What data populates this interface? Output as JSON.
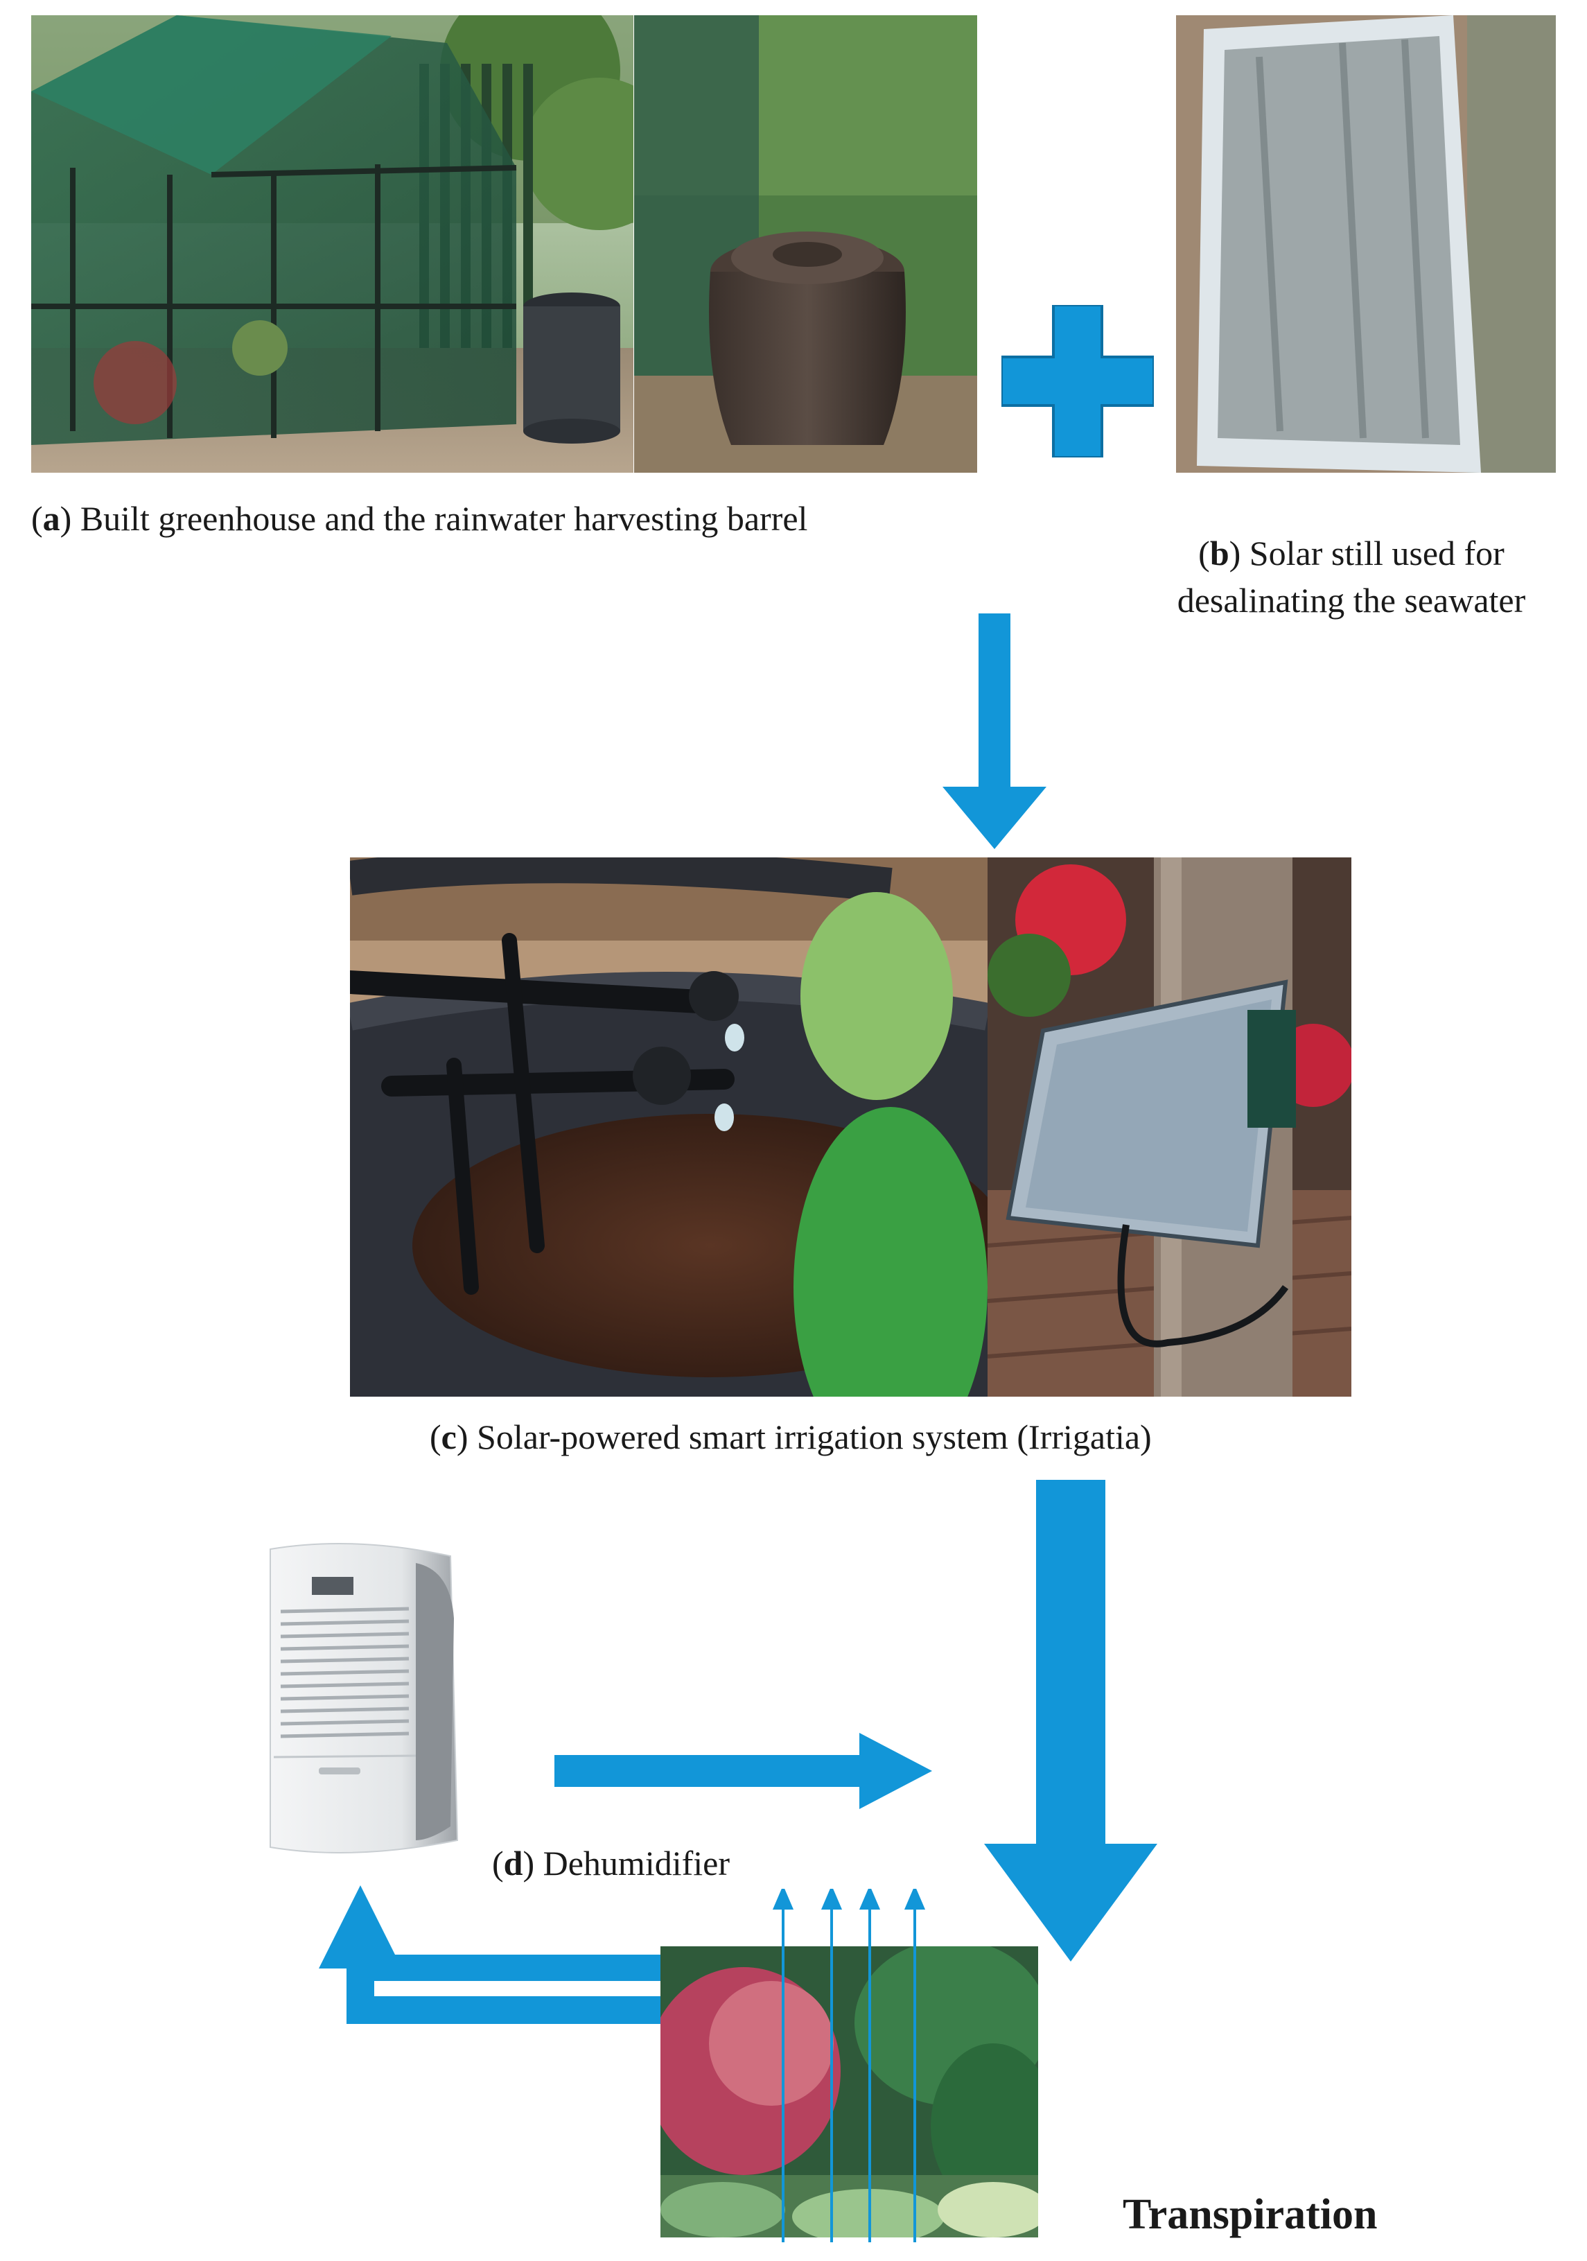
{
  "captions": {
    "a": {
      "letter": "a",
      "text": "Built greenhouse and the rainwater harvesting barrel"
    },
    "b": {
      "letter": "b",
      "line1": "Solar still used for",
      "line2": "desalinating the seawater"
    },
    "c": {
      "letter": "c",
      "text": "Solar-powered smart irrigation system (Irrigatia)"
    },
    "d": {
      "letter": "d",
      "text": "Dehumidifier"
    }
  },
  "transpiration_label": "Transpiration",
  "colors": {
    "arrow": "#1296d8"
  },
  "icons": {
    "plus": "plus-icon",
    "arrows": [
      "arrow-down",
      "arrow-right",
      "arrow-up",
      "arrow-down-large"
    ]
  }
}
